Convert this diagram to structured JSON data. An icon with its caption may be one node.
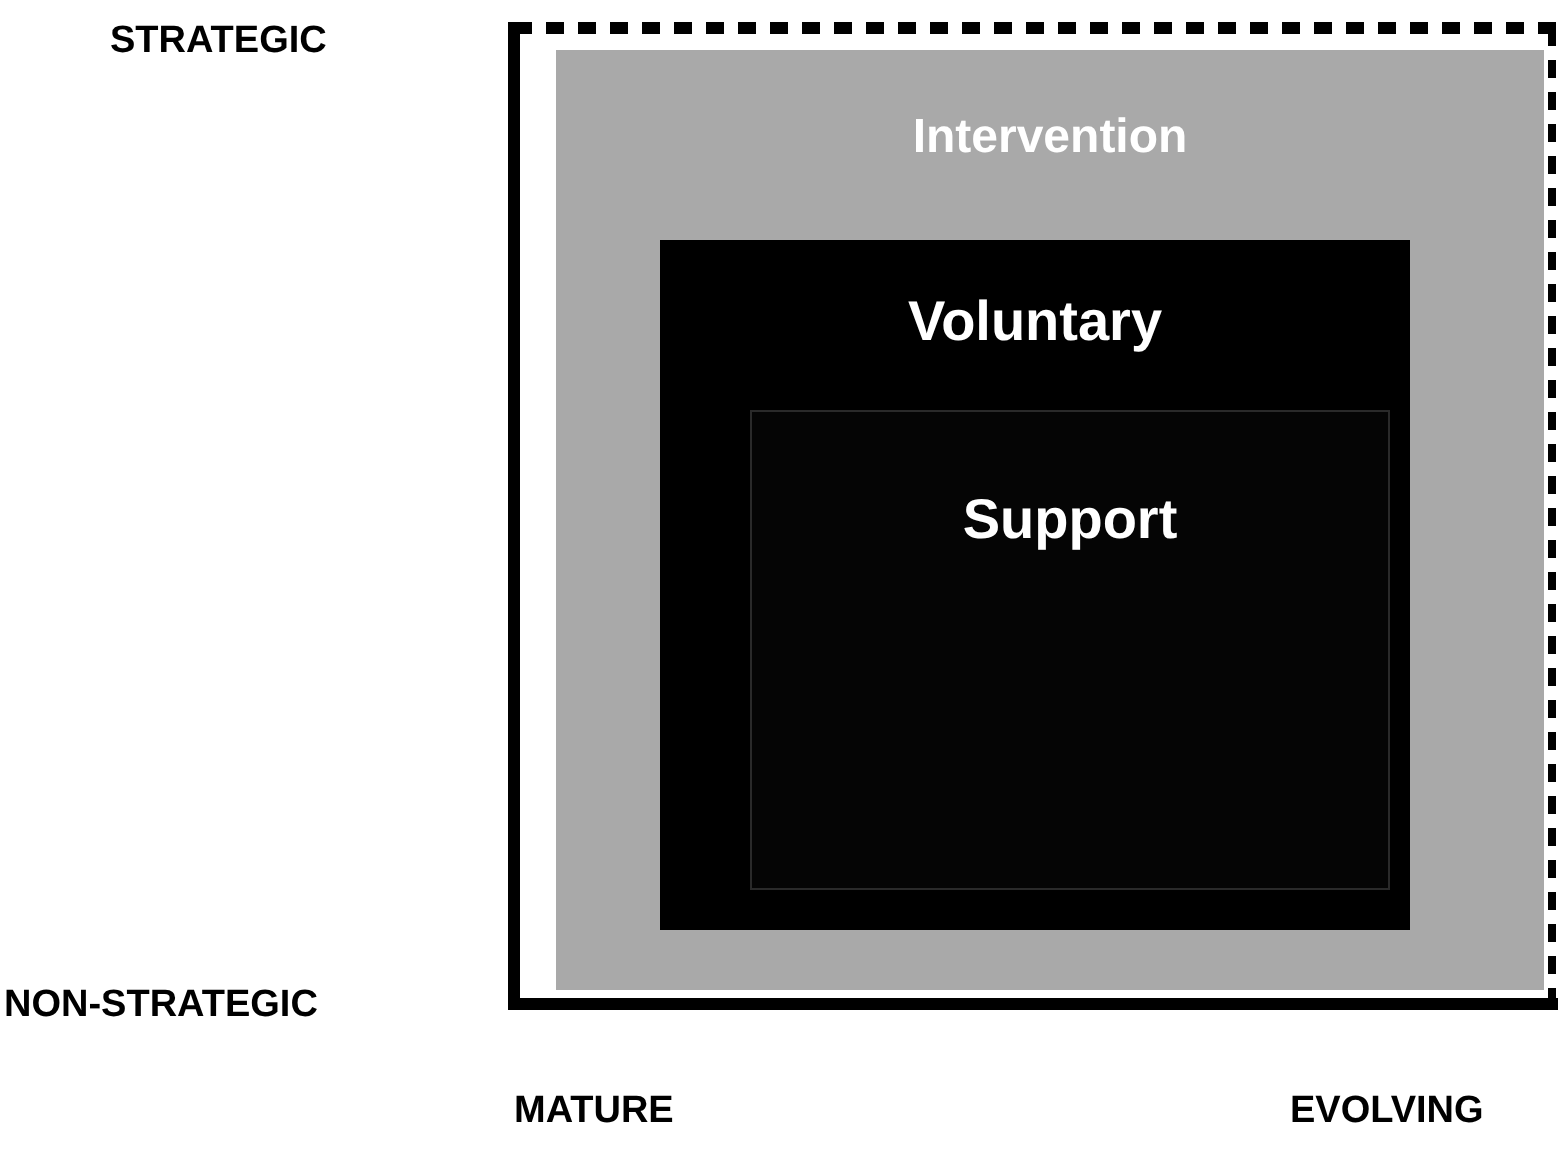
{
  "diagram": {
    "nodes": [
      {
        "text": [
          "Intervention"
        ]
      },
      {
        "text": [
          "Voluntary"
        ],
        "in": 0
      },
      {
        "text": [
          "Support"
        ],
        "in": 1
      }
    ],
    "labels": [
      "STRATEGIC",
      "NON-STRATEGIC",
      "MATURE",
      "EVOLVING"
    ]
  }
}
